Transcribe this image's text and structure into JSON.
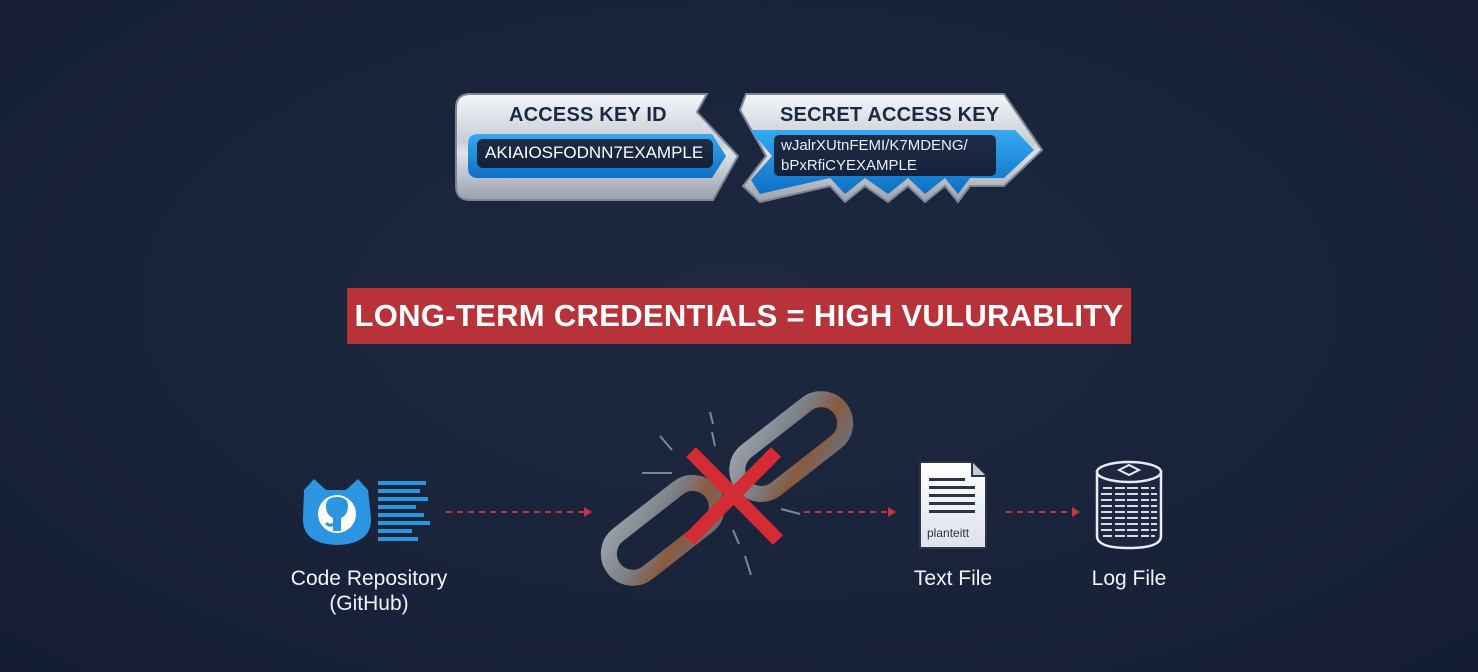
{
  "access_key": {
    "title": "ACCESS KEY ID",
    "value": "AKIAIOSFODNN7EXAMPLE"
  },
  "secret_key": {
    "title": "SECRET ACCESS KEY",
    "value_line1": "wJalrXUtnFEMI/K7MDENG/",
    "value_line2": "bPxRfiCYEXAMPLE"
  },
  "banner": {
    "text": "LONG-TERM CREDENTIALS = HIGH VULURABLITY"
  },
  "flow": {
    "repo": {
      "label_line1": "Code Repository",
      "label_line2": "(GitHub)",
      "icon": "github-octocat-icon"
    },
    "broken_link": {
      "icon": "broken-chain-icon"
    },
    "text_file": {
      "label": "Text File",
      "doc_text": "planteitt",
      "icon": "document-icon"
    },
    "log_file": {
      "label": "Log File",
      "icon": "database-icon"
    }
  },
  "colors": {
    "background": "#19233a",
    "banner_red": "#b8323a",
    "key_blue": "#1a8fe0",
    "arrow_red": "#c8343e",
    "github_blue": "#2d94e0",
    "cross_red": "#d42b35"
  }
}
